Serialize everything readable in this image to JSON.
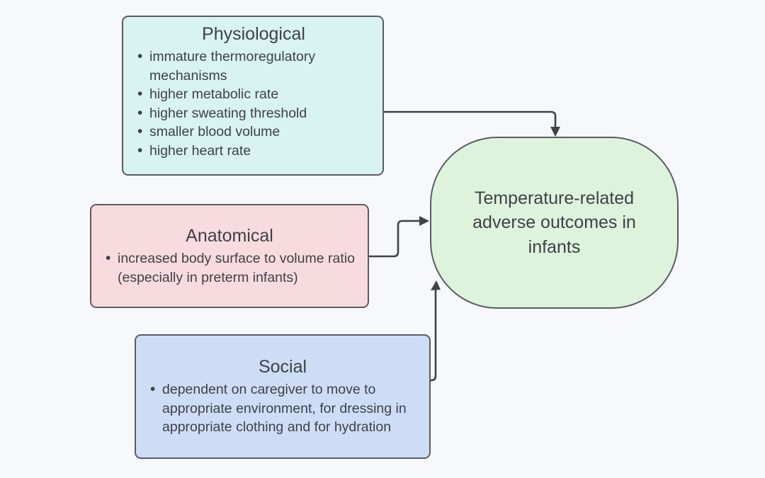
{
  "diagram": {
    "boxes": {
      "physiological": {
        "title": "Physiological",
        "fill": "#d9f3f0",
        "bullets": [
          "immature thermoregulatory mechanisms",
          "higher metabolic rate",
          "higher sweating threshold",
          "smaller blood volume",
          "higher heart rate"
        ]
      },
      "anatomical": {
        "title": "Anatomical",
        "fill": "#f8dbde",
        "bullets": [
          "increased body surface to volume ratio (especially in preterm infants)"
        ]
      },
      "social": {
        "title": "Social",
        "fill": "#cdddf6",
        "bullets": [
          "dependent on caregiver to move to appropriate environment, for dressing in appropriate clothing and for hydration"
        ]
      },
      "outcome": {
        "label": "Temperature-related adverse outcomes in infants",
        "fill": "#def3dc"
      }
    },
    "connectors": [
      {
        "from": "physiological",
        "to": "outcome",
        "enters": "top"
      },
      {
        "from": "anatomical",
        "to": "outcome",
        "enters": "left"
      },
      {
        "from": "social",
        "to": "outcome",
        "enters": "bottom-left"
      }
    ],
    "colors": {
      "background": "#f7f8fb",
      "border": "#595d63",
      "arrow": "#3e434a",
      "text": "#3d4247"
    }
  }
}
